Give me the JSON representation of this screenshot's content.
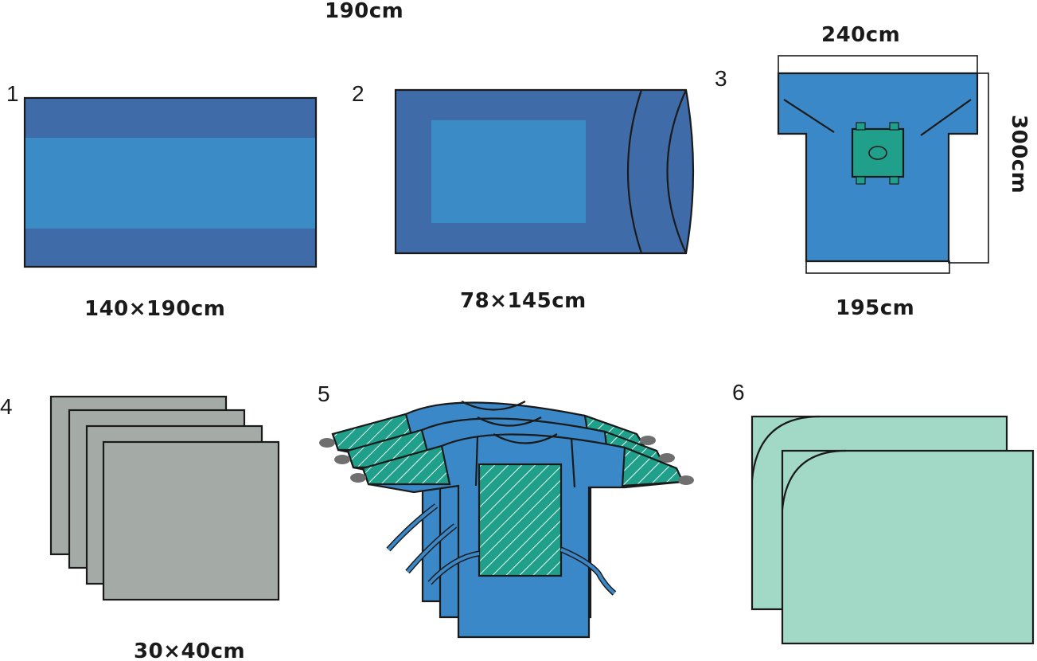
{
  "items": [
    {
      "number": "1",
      "dimension": "140×190cm"
    },
    {
      "number": "2",
      "dimension": "78×145cm"
    },
    {
      "number": "3",
      "width_label": "240cm",
      "height_label": "300cm",
      "bottom_label": "195cm"
    },
    {
      "number": "4",
      "dimension": "30×40cm"
    },
    {
      "number": "5"
    },
    {
      "number": "6"
    }
  ],
  "top_label": "190cm",
  "colors": {
    "drape_dark": "#3f6ca8",
    "drape_light": "#3b8cc6",
    "gown_blue": "#3b88c8",
    "reinforce_green": "#20a08a",
    "towel_gray": "#a4aba7",
    "wrap_green": "#a2d8c6",
    "outline": "#1a1a1a"
  }
}
